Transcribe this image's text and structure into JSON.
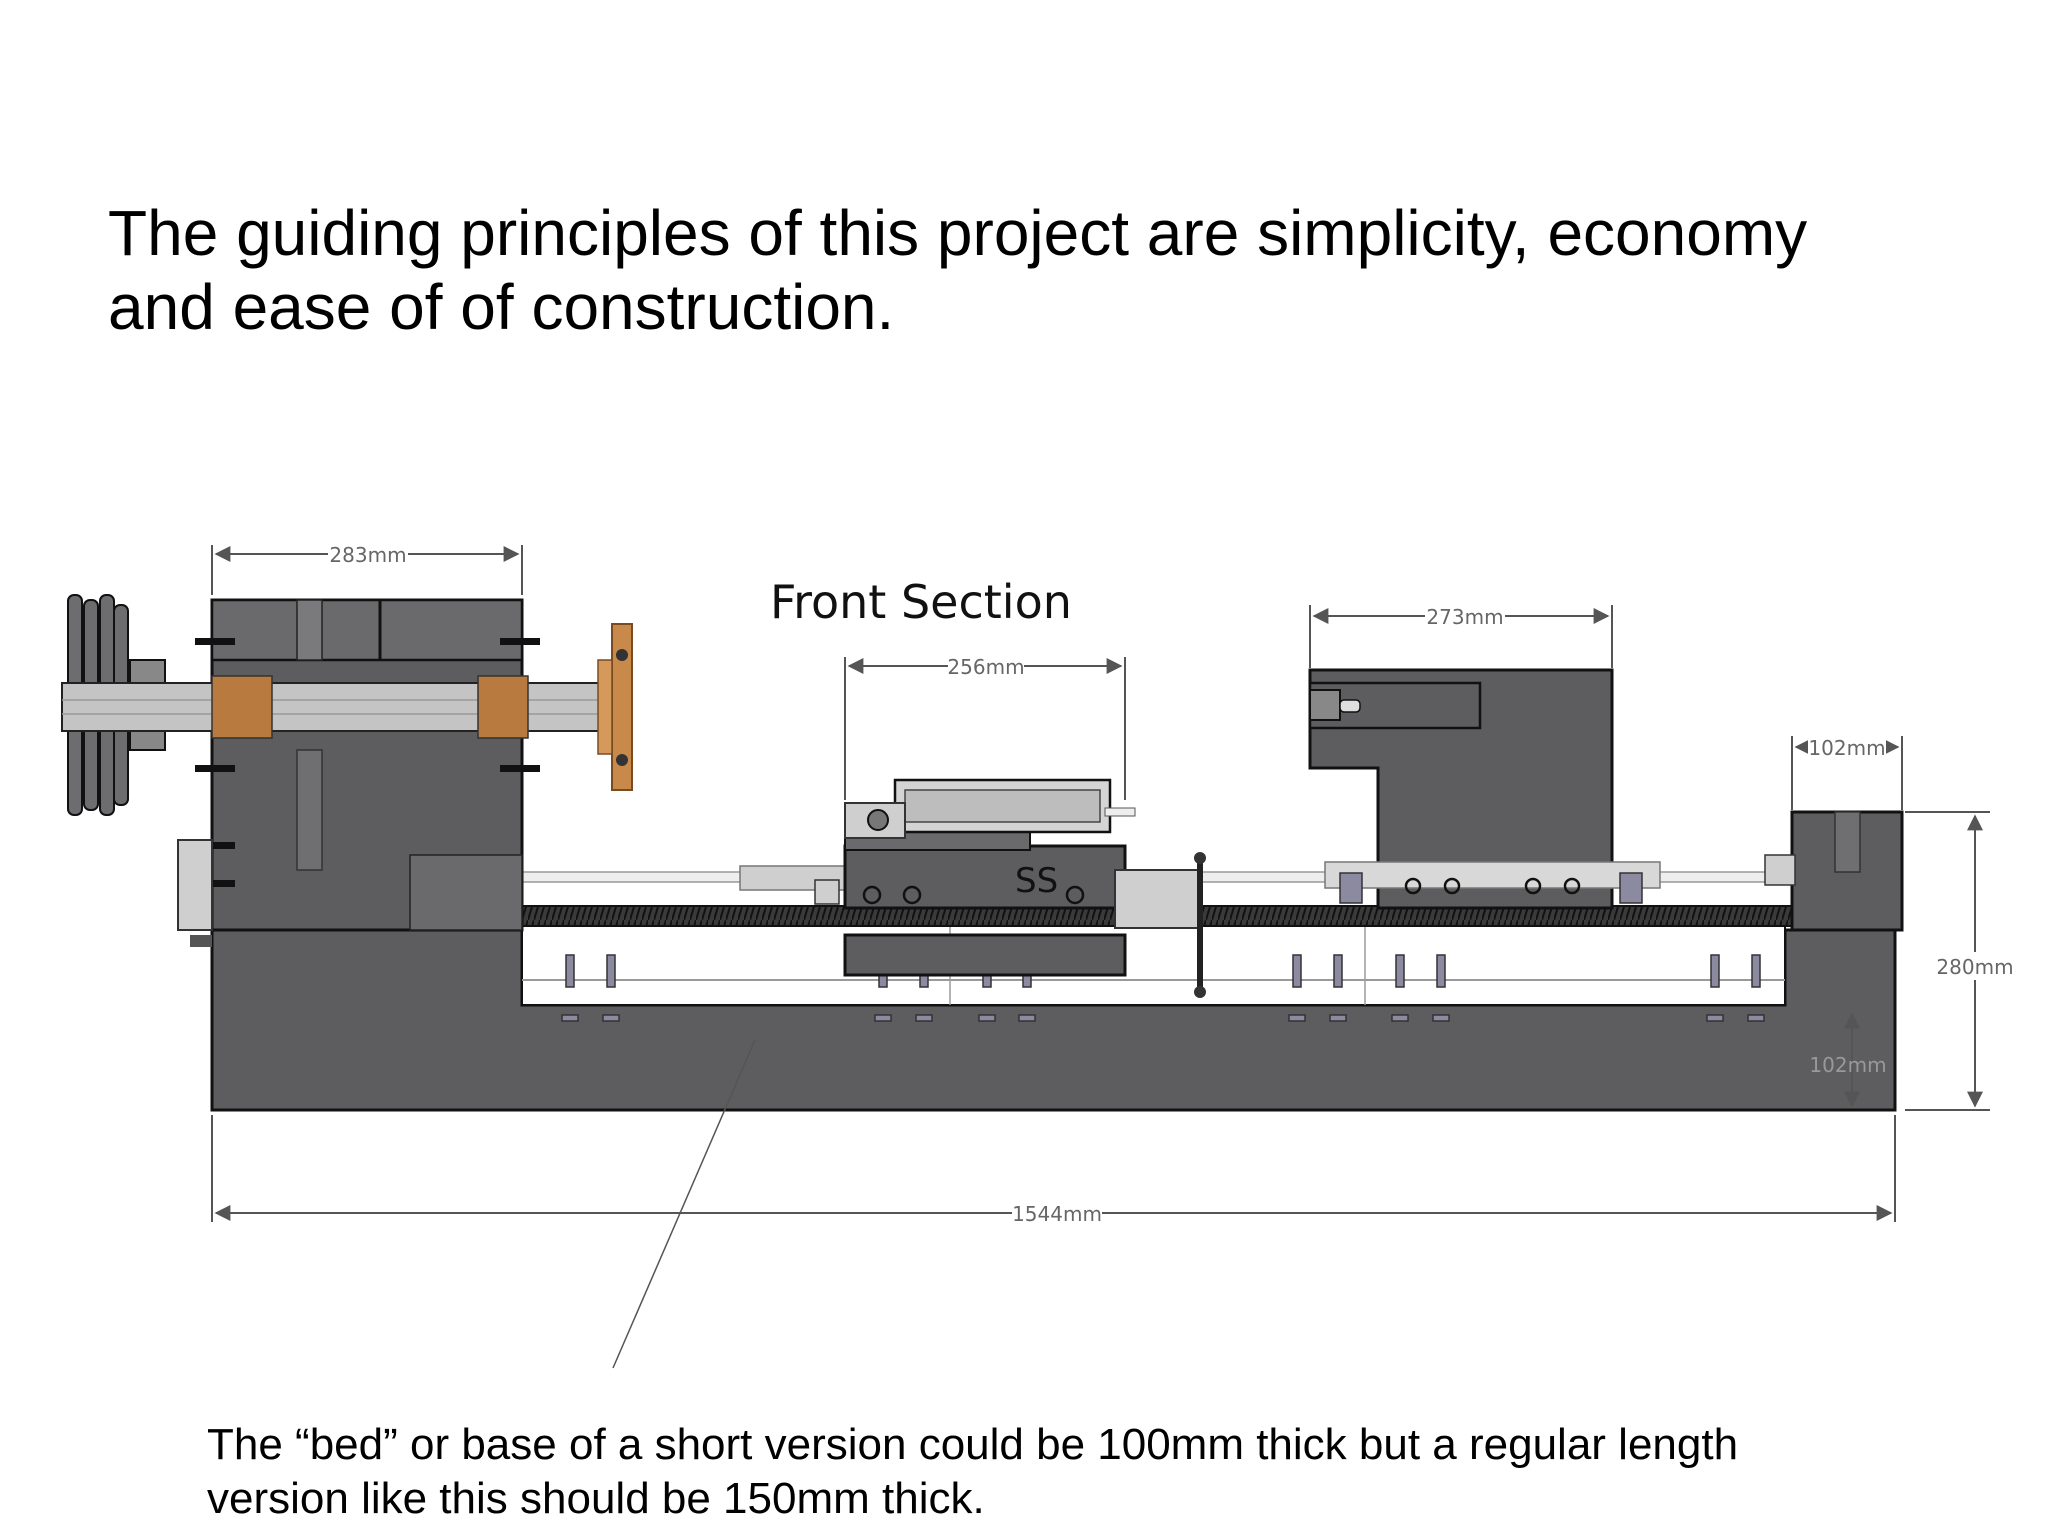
{
  "headline": {
    "line1": "The guiding principles of this project are simplicity, economy",
    "line2": "and ease of of construction."
  },
  "drawing": {
    "title": "Front Section",
    "saddle_label": "SS",
    "dimensions": {
      "headstock_width": "283mm",
      "carriage_width": "256mm",
      "tailstock_width": "273mm",
      "end_block_width": "102mm",
      "overall_height": "280mm",
      "bed_thickness": "102mm",
      "overall_length": "1544mm"
    }
  },
  "caption": {
    "line1": "The “bed” or base of a short version could be 100mm thick but a regular length",
    "line2": "version like this should be 150mm thick."
  },
  "colors": {
    "body": "#5d5c5f",
    "outline": "#111111",
    "spindle": "#bfbfbf",
    "leadscrew": "#2a2a2a",
    "bronze": "#c88a4a",
    "dimension": "#555555"
  }
}
